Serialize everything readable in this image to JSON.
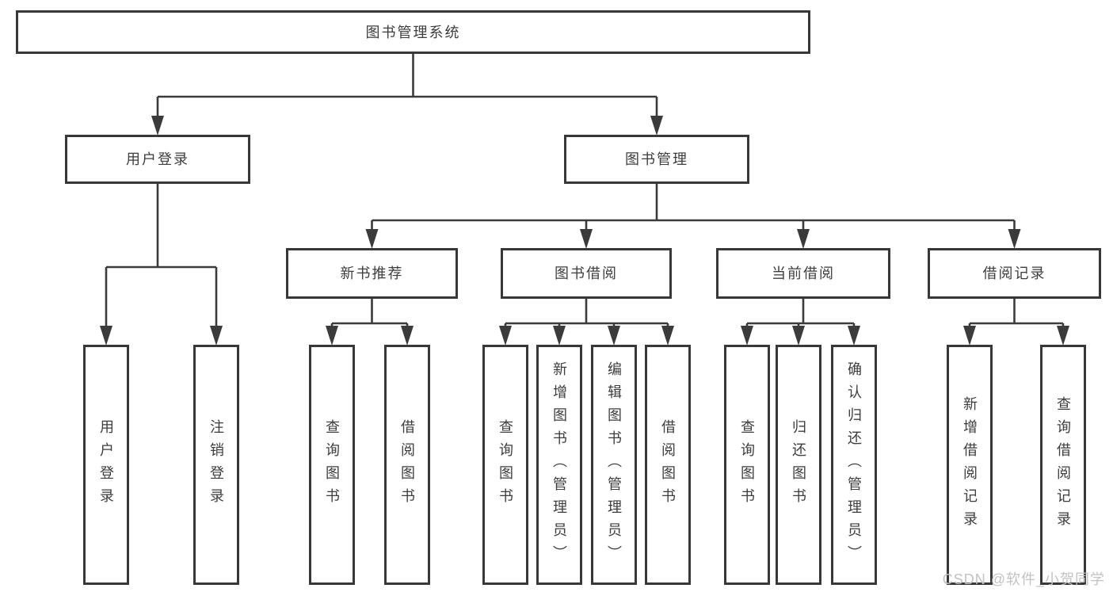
{
  "diagram": {
    "nodes": [
      {
        "id": "root",
        "label": "图书管理系统"
      },
      {
        "id": "user-login",
        "label": "用户登录"
      },
      {
        "id": "book-mgmt",
        "label": "图书管理"
      },
      {
        "id": "new-book-rec",
        "label": "新书推荐"
      },
      {
        "id": "book-borrow",
        "label": "图书借阅"
      },
      {
        "id": "current-borrow",
        "label": "当前借阅"
      },
      {
        "id": "borrow-record",
        "label": "借阅记录"
      },
      {
        "id": "leaf-user-login",
        "label": "用户登录"
      },
      {
        "id": "leaf-logout",
        "label": "注销登录"
      },
      {
        "id": "leaf-query-book-1",
        "label": "查询图书"
      },
      {
        "id": "leaf-borrow-book-1",
        "label": "借阅图书"
      },
      {
        "id": "leaf-query-book-2",
        "label": "查询图书"
      },
      {
        "id": "leaf-add-book",
        "label": "新增图书（管理员）"
      },
      {
        "id": "leaf-edit-book",
        "label": "编辑图书（管理员）"
      },
      {
        "id": "leaf-borrow-book-2",
        "label": "借阅图书"
      },
      {
        "id": "leaf-query-book-3",
        "label": "查询图书"
      },
      {
        "id": "leaf-return-book",
        "label": "归还图书"
      },
      {
        "id": "leaf-confirm-return",
        "label": "确认归还（管理员）"
      },
      {
        "id": "leaf-add-borrow-record",
        "label": "新增借阅记录"
      },
      {
        "id": "leaf-query-borrow-record",
        "label": "查询借阅记录"
      }
    ],
    "edges": [
      {
        "parent": "root",
        "children": [
          "user-login",
          "book-mgmt"
        ]
      },
      {
        "parent": "user-login",
        "children": [
          "leaf-user-login",
          "leaf-logout"
        ]
      },
      {
        "parent": "book-mgmt",
        "children": [
          "new-book-rec",
          "book-borrow",
          "current-borrow",
          "borrow-record"
        ]
      },
      {
        "parent": "new-book-rec",
        "children": [
          "leaf-query-book-1",
          "leaf-borrow-book-1"
        ]
      },
      {
        "parent": "book-borrow",
        "children": [
          "leaf-query-book-2",
          "leaf-add-book",
          "leaf-edit-book",
          "leaf-borrow-book-2"
        ]
      },
      {
        "parent": "current-borrow",
        "children": [
          "leaf-query-book-3",
          "leaf-return-book",
          "leaf-confirm-return"
        ]
      },
      {
        "parent": "borrow-record",
        "children": [
          "leaf-add-borrow-record",
          "leaf-query-borrow-record"
        ]
      }
    ],
    "colors": {
      "background": "#ffffff",
      "box_border": "#383838",
      "line": "#3b3b3b",
      "text": "#3d3d3d",
      "watermark": "#c2c2c2"
    }
  },
  "watermark": {
    "text": "CSDN @软件_小贺同学"
  }
}
